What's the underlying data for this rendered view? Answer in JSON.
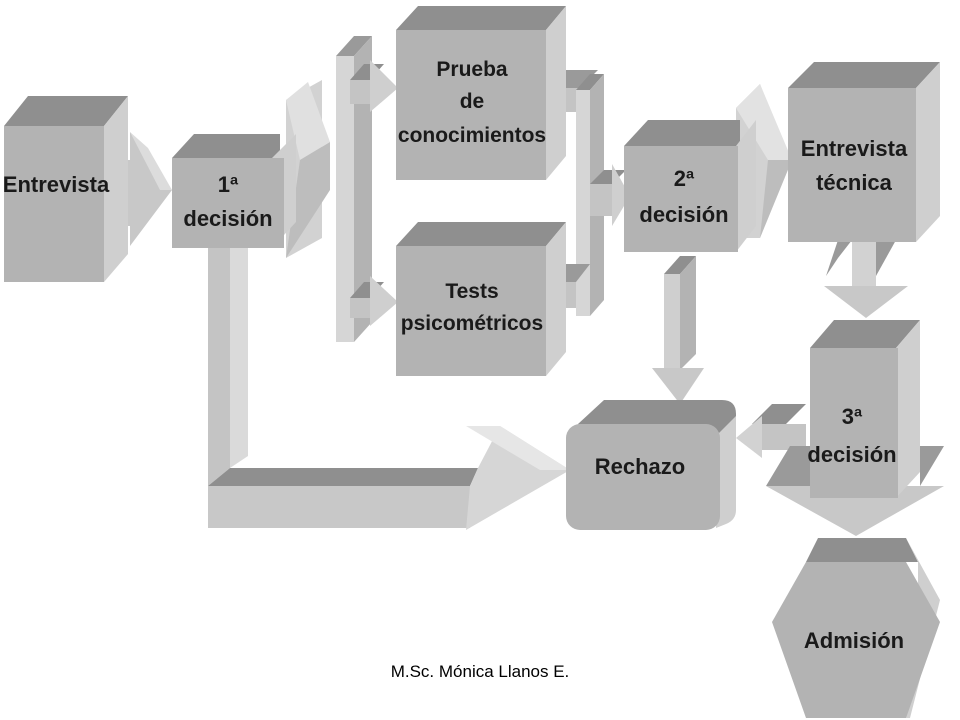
{
  "diagram": {
    "entrevista": "Entrevista",
    "decision1": [
      "1ª",
      "decisión"
    ],
    "prueba": [
      "Prueba",
      "de",
      "conocimientos"
    ],
    "tests": [
      "Tests",
      "psicométricos"
    ],
    "decision2": [
      "2ª",
      "decisión"
    ],
    "entrevista_tecnica": [
      "Entrevista",
      "técnica"
    ],
    "decision3": [
      "3ª",
      "decisión"
    ],
    "rechazo": "Rechazo",
    "admision": "Admisión"
  },
  "footer": "M.Sc. Mónica Llanos E.",
  "colors": {
    "front": "#b3b3b3",
    "top": "#8f8f8f",
    "side": "#cfcfcf",
    "arrow": "#c4c4c4",
    "arrow_dark": "#a3a3a3",
    "text": "#1a1a1a"
  }
}
